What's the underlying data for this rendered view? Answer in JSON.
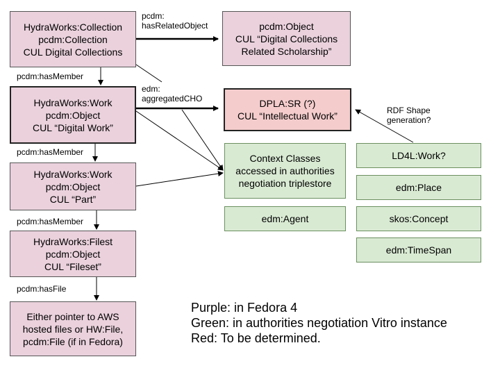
{
  "nodes": {
    "collection": [
      "HydraWorks:Collection",
      "pcdm:Collection",
      "CUL Digital Collections"
    ],
    "object_related": [
      "pcdm:Object",
      "CUL “Digital Collections",
      "Related Scholarship”"
    ],
    "work": [
      "HydraWorks:Work",
      "pcdm:Object",
      "CUL “Digital Work”"
    ],
    "dpla": [
      "DPLA:SR (?)",
      "CUL “Intellectual Work”"
    ],
    "part": [
      "HydraWorks:Work",
      "pcdm:Object",
      "CUL “Part”"
    ],
    "context": [
      "Context Classes",
      "accessed in authorities",
      "negotiation triplestore"
    ],
    "ld4l": [
      "LD4L:Work?"
    ],
    "place": [
      "edm:Place"
    ],
    "agent": [
      "edm:Agent"
    ],
    "concept": [
      "skos:Concept"
    ],
    "timespan": [
      "edm:TimeSpan"
    ],
    "fileset": [
      "HydraWorks:Filest",
      "pcdm:Object",
      "CUL “Fileset”"
    ],
    "file": [
      "Either pointer to AWS",
      "hosted files or HW:File,",
      "pcdm:File (if in Fedora)"
    ]
  },
  "edge_labels": {
    "has_related_object": [
      "pcdm:",
      "hasRelatedObject"
    ],
    "has_member_1": "pcdm:hasMember",
    "aggregated_cho": [
      "edm:",
      "aggregatedCHO"
    ],
    "has_member_2": "pcdm:hasMember",
    "rdf_shape": [
      "RDF Shape",
      "generation?"
    ],
    "has_member_3": "pcdm:hasMember",
    "has_file": "pcdm:hasFile"
  },
  "legend": {
    "purple": "Purple: in Fedora 4",
    "green": "Green: in authorities negotiation Vitro instance",
    "red": "Red: To be determined."
  },
  "colors": {
    "purple": "#ead1dc",
    "green": "#d9ead3",
    "red": "#f4cccc"
  }
}
